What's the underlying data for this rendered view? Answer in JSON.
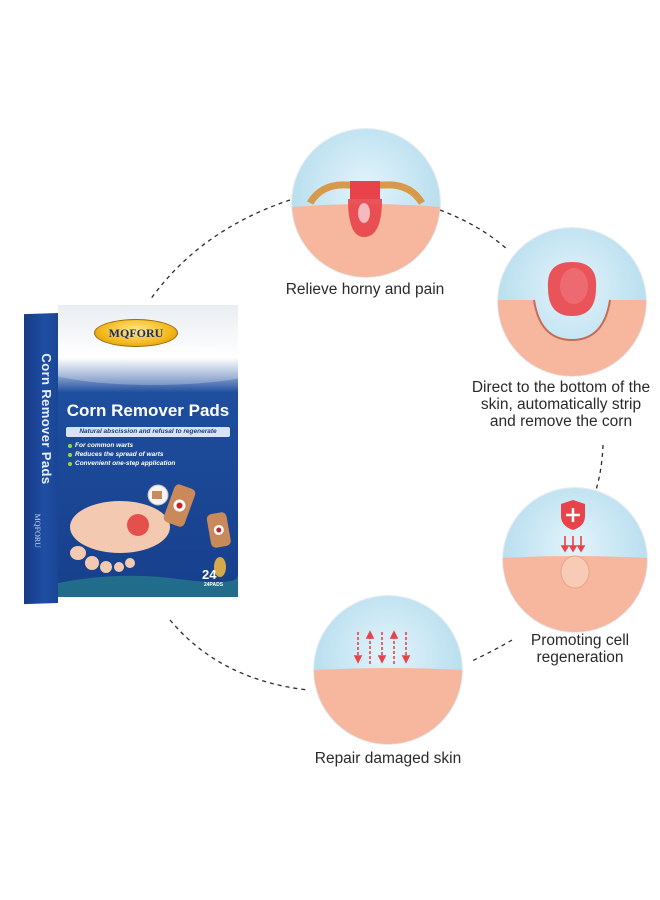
{
  "product": {
    "brand": "MQFORU",
    "side_title": "Corn Remover Pads",
    "side_brand": "MQFORU",
    "title": "Corn Remover Pads",
    "tagline": "Natural abscission and refusal to regenerate",
    "bullets": [
      "For common warts",
      "Reduces the spread of warts",
      "Convenient one-step application"
    ],
    "count": "24",
    "count_label": "24PADS"
  },
  "steps": [
    {
      "icon": "pad-over-corn-icon",
      "caption": "Relieve horny and pain"
    },
    {
      "icon": "corn-removal-icon",
      "caption": "Direct to the bottom of the skin, automatically strip and remove the corn"
    },
    {
      "icon": "cell-regeneration-icon",
      "caption": "Promoting cell regeneration"
    },
    {
      "icon": "skin-repair-icon",
      "caption": "Repair damaged skin"
    }
  ],
  "colors": {
    "box_blue": "#1e4e9e",
    "brand_gold": "#f3b81c",
    "skin": "#f6b8a0",
    "skin_sky": "#bfe3f2",
    "corn_red": "#e8434a",
    "shield_red": "#e8434a",
    "ring_dash": "#2b2b2b"
  }
}
